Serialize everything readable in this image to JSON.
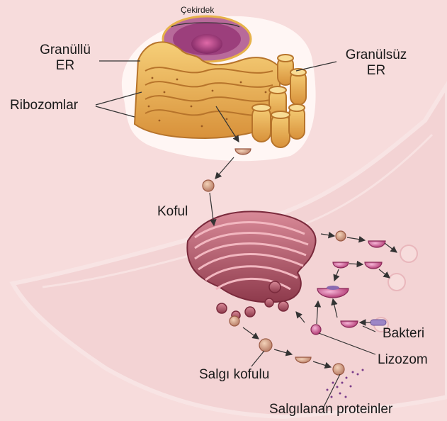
{
  "labels": {
    "nucleus": "Çekirdek",
    "rough_er_line1": "Granüllü",
    "rough_er_line2": "ER",
    "smooth_er_line1": "Granülsüz",
    "smooth_er_line2": "ER",
    "ribosomes": "Ribozomlar",
    "vacuole": "Koful",
    "bacteria": "Bakteri",
    "lysosome": "Lizozom",
    "secretory_vacuole": "Salgı kofulu",
    "secreted_proteins": "Salgılanan proteinler"
  },
  "colors": {
    "background": "#f7dcdc",
    "cell_body": "#f3d3d4",
    "er": "#e8b24a",
    "golgi": "#b25a6c",
    "vesicle": "#c88f7d",
    "lysosome": "#c6457d",
    "nucleus": "#8a2f6a"
  }
}
